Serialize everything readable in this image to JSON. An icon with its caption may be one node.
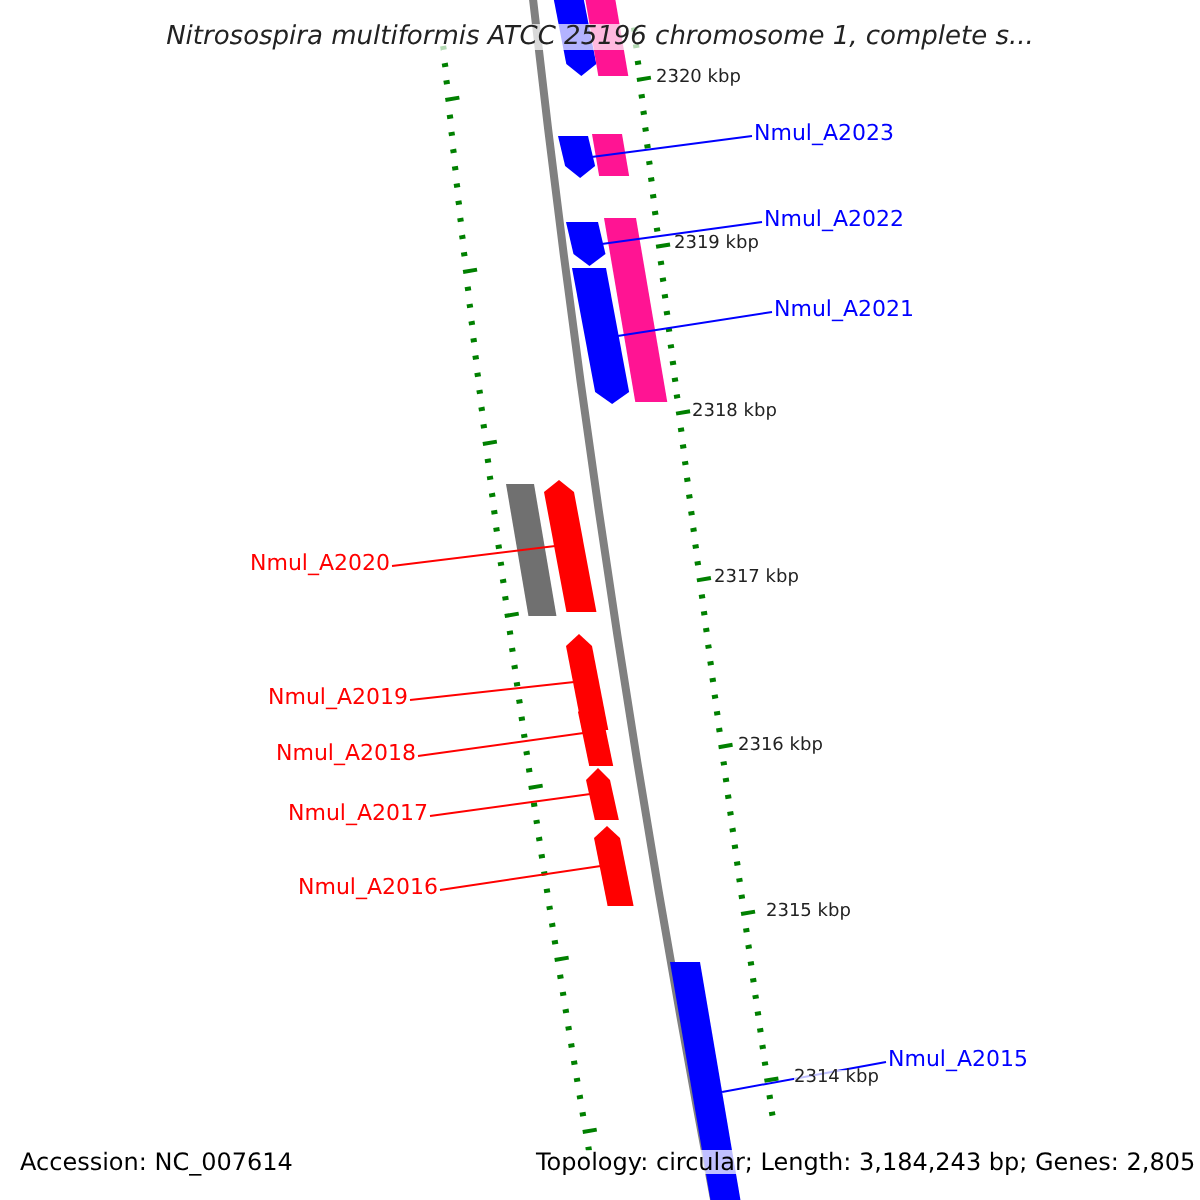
{
  "diagram": {
    "title": "Nitrosospira multiformis ATCC 25196 chromosome 1, complete s...",
    "nodes": [
      {
        "text": [],
        "shape": "bar"
      },
      {
        "text": [],
        "shape": "bar"
      },
      {
        "text": [
          "Nmul_A2023"
        ]
      },
      {
        "text": [],
        "shape": "bar"
      },
      {
        "text": [],
        "shape": "bar"
      },
      {
        "text": [
          "Nmul_A2022"
        ]
      },
      {
        "text": [],
        "shape": "bar"
      },
      {
        "text": [],
        "shape": "bar"
      },
      {
        "text": [
          "Nmul_A2021"
        ]
      },
      {
        "text": [],
        "shape": "bar"
      },
      {
        "text": [],
        "shape": "bar"
      },
      {
        "text": [],
        "shape": "bar"
      },
      {
        "text": [
          "Nmul_A2020"
        ]
      },
      {
        "text": [],
        "shape": "bar"
      },
      {
        "text": [
          "Nmul_A2019"
        ]
      },
      {
        "text": [],
        "shape": "bar"
      },
      {
        "text": [
          "Nmul_A2018"
        ]
      },
      {
        "text": [
          "Nmul_A2017"
        ]
      },
      {
        "text": [],
        "shape": "bar"
      },
      {
        "text": [
          "Nmul_A2016"
        ]
      },
      {
        "text": [],
        "shape": "bar"
      },
      {
        "text": [
          "Nmul_A2015"
        ]
      },
      {
        "text": [],
        "shape": "bar"
      }
    ],
    "edges": [
      {
        "from": 2,
        "to": 3,
        "arrow": "none",
        "color": "#0000ff"
      },
      {
        "from": 5,
        "to": 6,
        "arrow": "none",
        "color": "#0000ff"
      },
      {
        "from": 8,
        "to": 9,
        "arrow": "none",
        "color": "#0000ff"
      },
      {
        "from": 12,
        "to": 11,
        "arrow": "none"
      },
      {
        "from": 14,
        "to": 13,
        "arrow": "none"
      },
      {
        "from": 16,
        "to": 15,
        "arrow": "none"
      },
      {
        "from": 17,
        "to": 18,
        "arrow": "none"
      },
      {
        "from": 19,
        "to": 20,
        "arrow": "none"
      },
      {
        "from": 21,
        "to": 22,
        "arrow": "none",
        "color": "#0000ff"
      }
    ],
    "labels": [
      "2320 kbp",
      "2319 kbp",
      "2318 kbp",
      "2317 kbp",
      "2316 kbp",
      "2315 kbp",
      "2314 kbp",
      "Accession: NC_007614",
      "Topology: circular; Length: 3,184,243 bp; Genes: 2,805"
    ]
  }
}
